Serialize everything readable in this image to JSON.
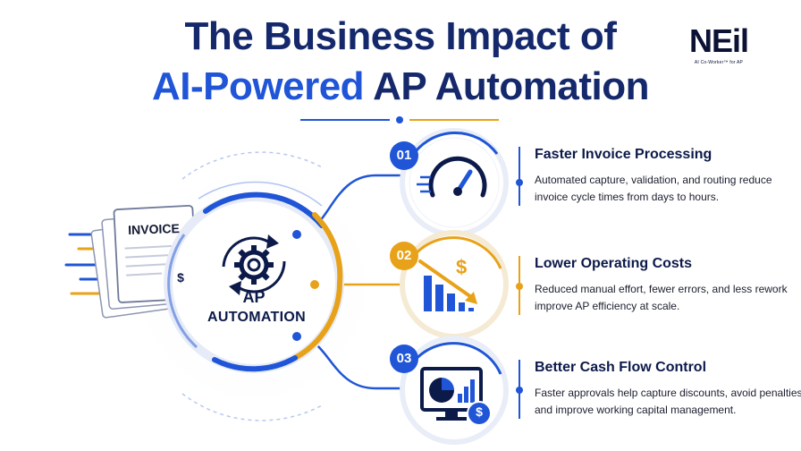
{
  "title": {
    "line1": "The Business Impact of",
    "line2_accent": "AI-Powered",
    "line2_rest": " AP Automation"
  },
  "logo": {
    "word": "NEil",
    "tagline": "AI Co-Worker™ for AP"
  },
  "center": {
    "line1": "AP",
    "line2": "AUTOMATION",
    "icon": "gear-cycle-icon"
  },
  "invoice": {
    "label": "INVOICE",
    "currency": "$"
  },
  "items": [
    {
      "number": "01",
      "title": "Faster Invoice Processing",
      "description": "Automated capture, validation, and routing reduce invoice cycle times from days to hours.",
      "icon": "speedometer-icon",
      "color": "#1f55d6"
    },
    {
      "number": "02",
      "title": "Lower Operating Costs",
      "description": "Reduced manual effort, fewer errors, and less rework improve AP efficiency at scale.",
      "icon": "declining-cost-chart-icon",
      "color": "#e8a219"
    },
    {
      "number": "03",
      "title": "Better Cash Flow Control",
      "description": "Faster approvals help capture discounts, avoid penalties, and improve working capital management.",
      "icon": "monitor-chart-dollar-icon",
      "color": "#1f55d6"
    }
  ],
  "colors": {
    "navy": "#14286b",
    "blue": "#1f55d6",
    "gold": "#e8a219"
  }
}
